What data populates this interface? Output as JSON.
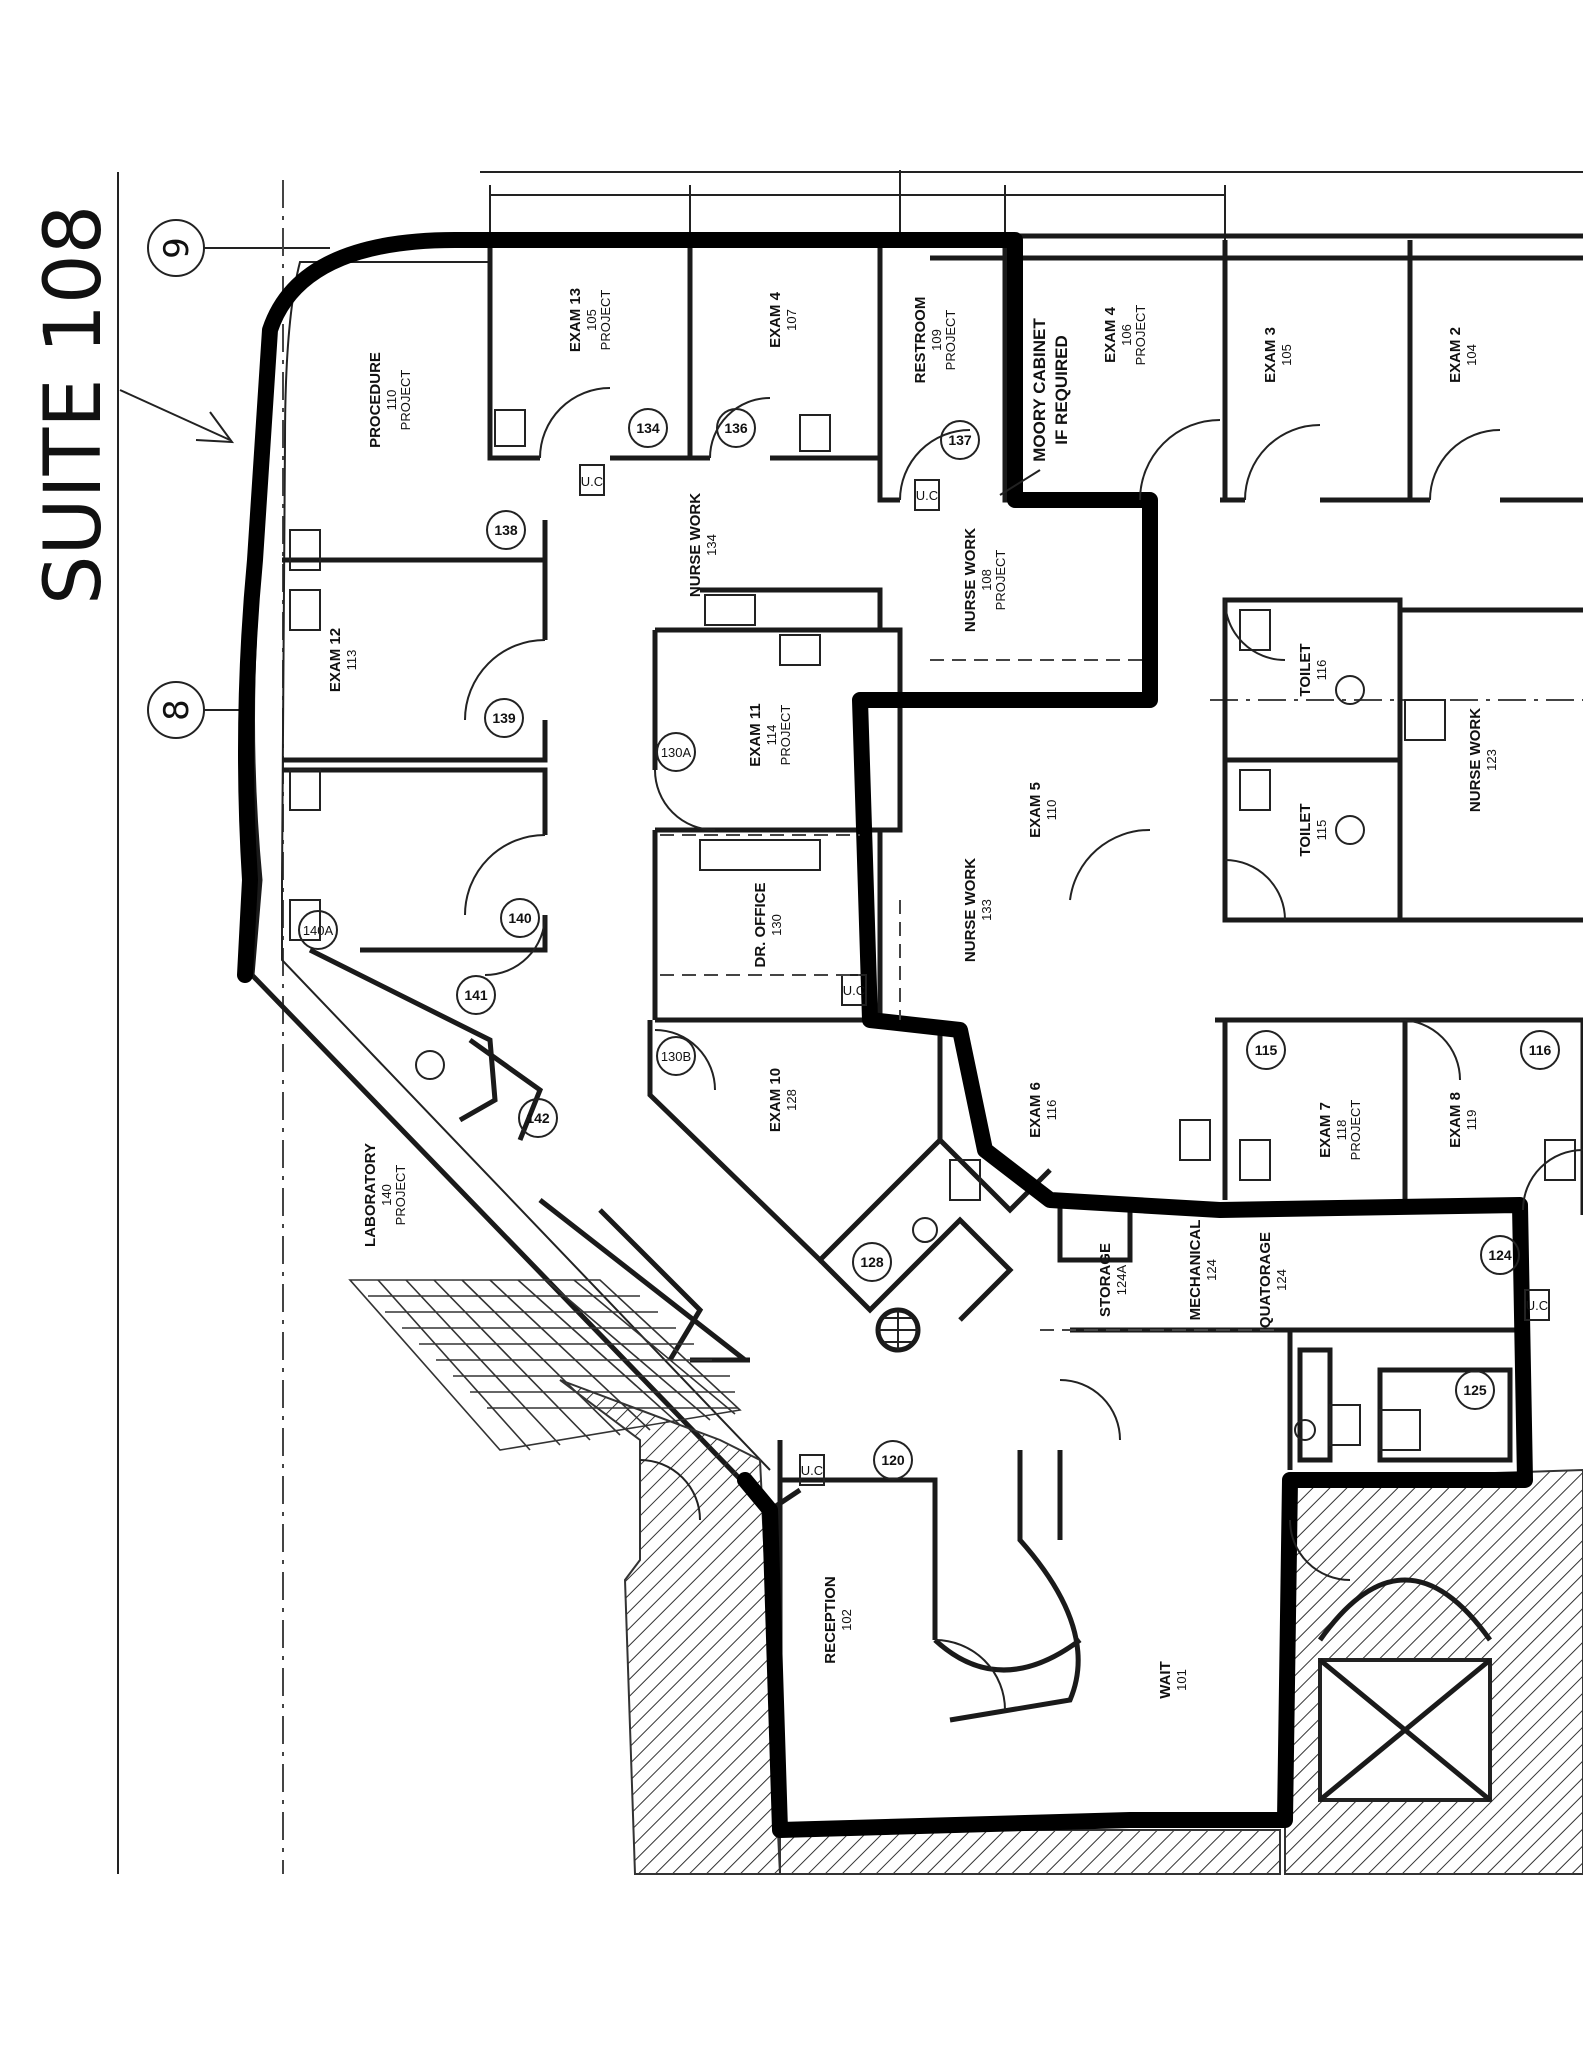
{
  "title": "SUITE 108",
  "grid_bubbles": [
    "9",
    "8"
  ],
  "note": {
    "line1": "MOORY CABINET",
    "line2": "IF REQUIRED"
  },
  "rooms": [
    {
      "id": "procedure",
      "name": "PROCEDURE",
      "num": "110",
      "sub": "PROJECT"
    },
    {
      "id": "exam13",
      "name": "EXAM 13",
      "num": "105",
      "sub": "PROJECT"
    },
    {
      "id": "exam4",
      "name": "EXAM 4",
      "num": "107",
      "sub": ""
    },
    {
      "id": "restroom",
      "name": "RESTROOM",
      "num": "109",
      "sub": "PROJECT"
    },
    {
      "id": "exam4b",
      "name": "EXAM 4",
      "num": "106",
      "sub": "PROJECT"
    },
    {
      "id": "exam3",
      "name": "EXAM 3",
      "num": "105",
      "sub": ""
    },
    {
      "id": "exam2",
      "name": "EXAM 2",
      "num": "104",
      "sub": ""
    },
    {
      "id": "nurse134",
      "name": "NURSE WORK",
      "num": "134",
      "sub": ""
    },
    {
      "id": "nurse108",
      "name": "NURSE WORK",
      "num": "108",
      "sub": "PROJECT"
    },
    {
      "id": "exam12",
      "name": "EXAM 12",
      "num": "113",
      "sub": ""
    },
    {
      "id": "exam11",
      "name": "EXAM 11",
      "num": "114",
      "sub": "PROJECT"
    },
    {
      "id": "drsoffice",
      "name": "DR. OFFICE",
      "num": "130",
      "sub": ""
    },
    {
      "id": "exam5",
      "name": "EXAM 5",
      "num": "110",
      "sub": ""
    },
    {
      "id": "nurse2",
      "name": "NURSE WORK",
      "num": "133",
      "sub": ""
    },
    {
      "id": "nurse3",
      "name": "NURSE WORK",
      "num": "123",
      "sub": ""
    },
    {
      "id": "toilet1",
      "name": "TOILET",
      "num": "116",
      "sub": ""
    },
    {
      "id": "toilet2",
      "name": "TOILET",
      "num": "115",
      "sub": ""
    },
    {
      "id": "exam10",
      "name": "EXAM 10",
      "num": "128",
      "sub": ""
    },
    {
      "id": "exam6",
      "name": "EXAM 6",
      "num": "116",
      "sub": ""
    },
    {
      "id": "exam7",
      "name": "EXAM 7",
      "num": "118",
      "sub": "PROJECT"
    },
    {
      "id": "exam8",
      "name": "EXAM 8",
      "num": "119",
      "sub": ""
    },
    {
      "id": "lab",
      "name": "LABORATORY",
      "num": "140",
      "sub": "PROJECT"
    },
    {
      "id": "storage",
      "name": "STORAGE",
      "num": "124A",
      "sub": ""
    },
    {
      "id": "mech",
      "name": "MECHANICAL",
      "num": "124",
      "sub": ""
    },
    {
      "id": "quatorage",
      "name": "QUATORAGE",
      "num": "124",
      "sub": ""
    },
    {
      "id": "reception",
      "name": "RECEPTION",
      "num": "102",
      "sub": ""
    },
    {
      "id": "wait",
      "name": "WAIT",
      "num": "101",
      "sub": ""
    }
  ],
  "door_tags": [
    "134",
    "136",
    "138",
    "139",
    "140",
    "140A",
    "141",
    "142",
    "130A",
    "130B",
    "137",
    "115",
    "116",
    "124",
    "125",
    "120",
    "128"
  ],
  "small_tags": [
    "U.C",
    "U.C",
    "U.C",
    "U.C",
    "U.C"
  ]
}
